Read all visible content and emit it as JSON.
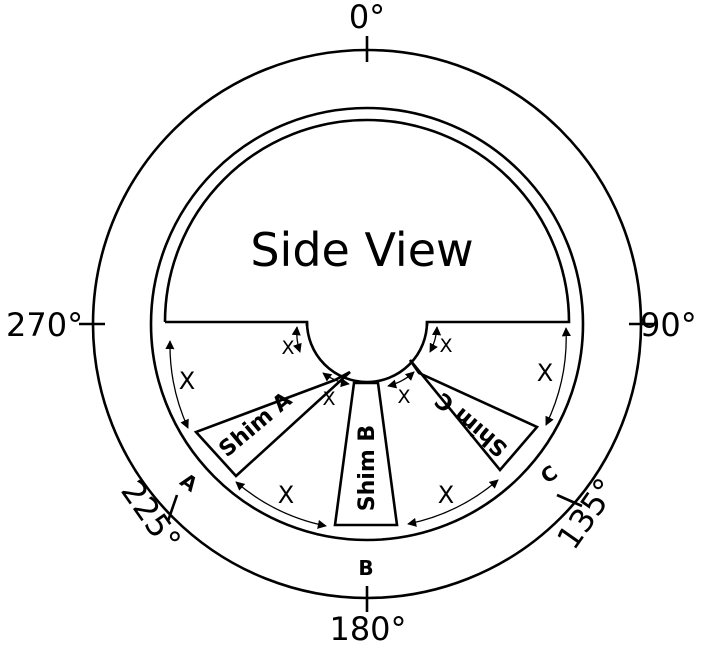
{
  "diagram": {
    "title": "Side View",
    "degree_marks": {
      "top": "0°",
      "right": "90°",
      "bottom_right": "135°",
      "bottom": "180°",
      "bottom_left": "225°",
      "left": "270°"
    },
    "position_marks": {
      "a": "A",
      "b": "B",
      "c": "C"
    },
    "shims": {
      "a": "Shim A",
      "b": "Shim B",
      "c": "Shim C"
    },
    "spacing_label": "X",
    "colors": {
      "line": "#000000",
      "background": "#ffffff"
    }
  }
}
